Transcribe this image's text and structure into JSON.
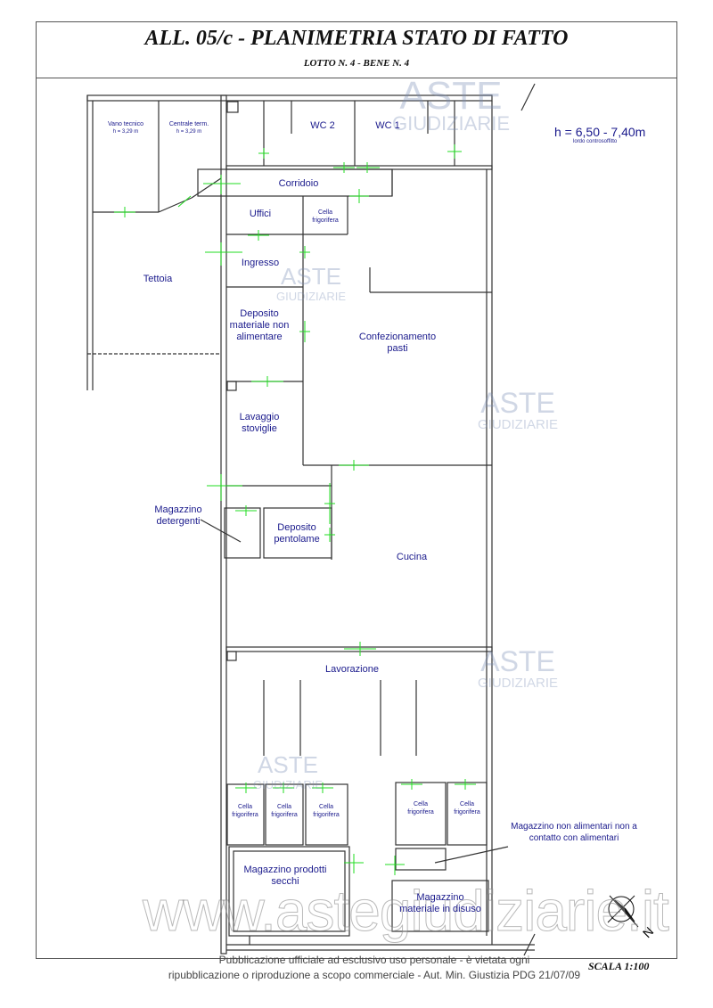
{
  "header": {
    "title": "ALL. 05/c - PLANIMETRIA STATO DI FATTO",
    "subtitle": "LOTTO N. 4 - BENE N. 4"
  },
  "height_note": {
    "value": "h = 6,50 - 7,40m",
    "detail": "lordo controsoffitto"
  },
  "rooms": {
    "vano_tecnico": {
      "name": "Vano tecnico",
      "height": "h = 3,29 m"
    },
    "centrale_term": {
      "name": "Centrale term.",
      "height": "h = 3,29 m"
    },
    "wc2": "WC 2",
    "wc1": "WC 1",
    "corridoio": "Corridoio",
    "uffici": "Uffici",
    "cella": "Cella frigorifera",
    "ingresso": "Ingresso",
    "tettoia": "Tettoia",
    "deposito_non_alim": "Deposito materiale non alimentare",
    "confezionamento": "Confezionamento pasti",
    "lavaggio": "Lavaggio stoviglie",
    "magazzino_detergenti": "Magazzino detergenti",
    "deposito_pentolame": "Deposito pentolame",
    "cucina": "Cucina",
    "lavorazione": "Lavorazione",
    "magazzino_secchi": "Magazzino prodotti secchi",
    "magazzino_non_alim": "Magazzino non alimentari non a contatto con alimentari",
    "magazzino_disuso": "Magazzino materiale in disuso"
  },
  "watermark": {
    "brand": "ASTE",
    "brand_sub": "GIUDIZIARIE",
    "site": "www.astegiudiziarie.it"
  },
  "footer": {
    "line1": "Pubblicazione ufficiale ad esclusivo uso personale - è vietata ogni",
    "line2": "ripubblicazione o riproduzione a scopo commerciale - Aut. Min. Giustizia PDG 21/07/09"
  },
  "scale": "SCALA 1:100",
  "compass": {
    "label": "N"
  }
}
